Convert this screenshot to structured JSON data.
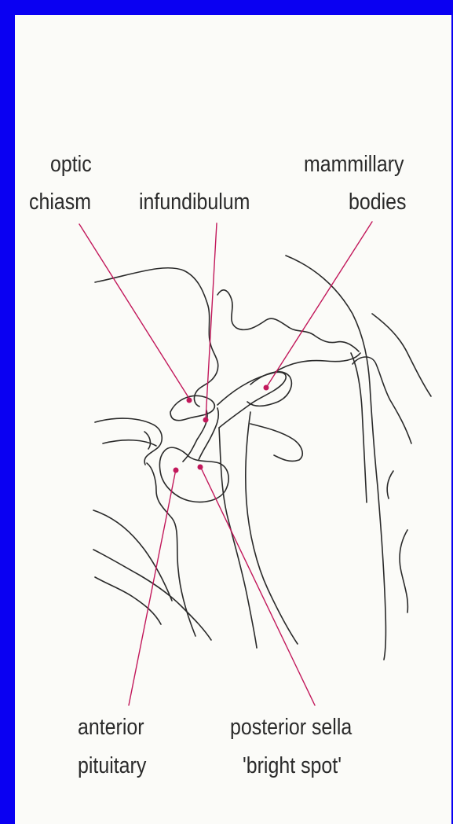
{
  "colors": {
    "frame": "#0a00f2",
    "panel": "#fbfbf8",
    "outline": "#2a2a2a",
    "pointer": "#c2185b"
  },
  "labels": {
    "optic_chiasm": [
      "optic",
      "chiasm"
    ],
    "infundibulum": "infundibulum",
    "mammillary_bodies": [
      "mammillary",
      "bodies"
    ],
    "anterior_pituitary": [
      "anterior",
      "pituitary"
    ],
    "posterior_sella": [
      "posterior sella",
      "'bright spot'"
    ]
  }
}
